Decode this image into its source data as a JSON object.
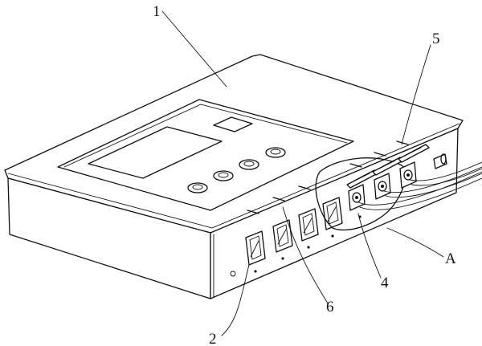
{
  "labels": {
    "housing": "1",
    "switch": "2",
    "connector": "4",
    "cable_tie": "5",
    "indicator": "6",
    "detail": "A"
  }
}
